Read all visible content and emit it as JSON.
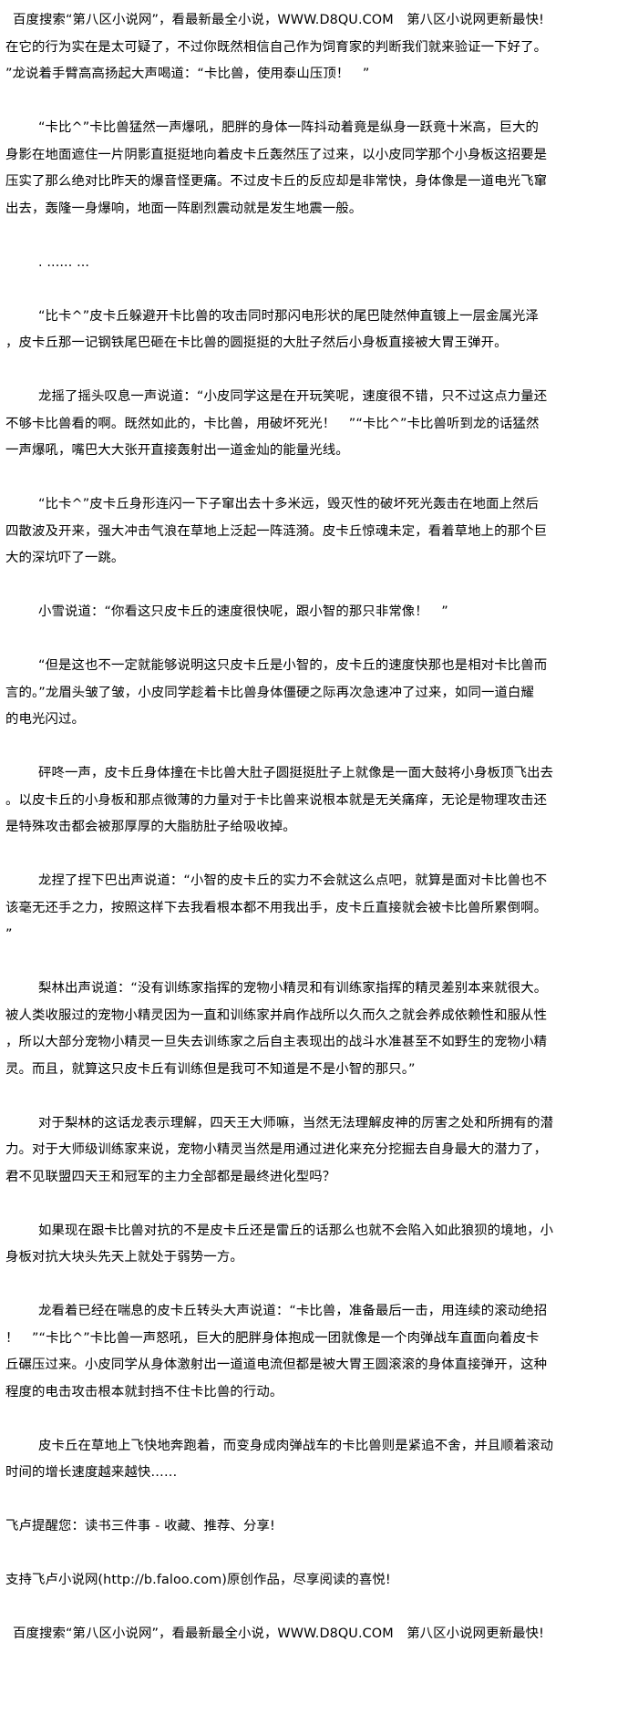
{
  "ad_top": "百度搜索“第八区小说网”，看最新最全小说，WWW.D8QU.COM　第八区小说网更新最快!",
  "ad_bottom": "百度搜索“第八区小说网”，看最新最全小说，WWW.D8QU.COM　第八区小说网更新最快!",
  "paragraphs": [
    {
      "lines": [
        "在它的行为实在是太可疑了，不过你既然相信自己作为饲育家的判断我们就来验证一下好了。",
        "”龙说着手臂高高扬起大声喝道：“卡比兽，使用泰山压顶！　”"
      ]
    },
    {
      "lines": [
        "“卡比^”卡比兽猛然一声爆吼，肥胖的身体一阵抖动着竟是纵身一跃竟十米高，巨大的",
        "身影在地面遮住一片阴影直挺挺地向着皮卡丘轰然压了过来，以小皮同学那个小身板这招要是",
        "压实了那么绝对比昨天的爆音怪更痛。不过皮卡丘的反应却是非常快，身体像是一道电光飞窜",
        "出去，轰隆一身爆响，地面一阵剧烈震动就是发生地震一般。"
      ]
    },
    {
      "lines": [
        ". ...... ..."
      ]
    },
    {
      "lines": [
        "“比卡^”皮卡丘躲避开卡比兽的攻击同时那闪电形状的尾巴陡然伸直镀上一层金属光泽",
        "，皮卡丘那一记钢铁尾巴砸在卡比兽的圆挺挺的大肚子然后小身板直接被大胃王弹开。"
      ]
    },
    {
      "lines": [
        "龙摇了摇头叹息一声说道：“小皮同学这是在开玩笑呢，速度很不错，只不过这点力量还",
        "不够卡比兽看的啊。既然如此的，卡比兽，用破坏死光！　”“卡比^”卡比兽听到龙的话猛然",
        "一声爆吼，嘴巴大大张开直接轰射出一道金灿的能量光线。"
      ]
    },
    {
      "lines": [
        "“比卡^”皮卡丘身形连闪一下子窜出去十多米远，毁灭性的破坏死光轰击在地面上然后",
        "四散波及开来，强大冲击气浪在草地上泛起一阵涟漪。皮卡丘惊魂未定，看着草地上的那个巨",
        "大的深坑吓了一跳。"
      ]
    },
    {
      "lines": [
        "小雪说道：“你看这只皮卡丘的速度很快呢，跟小智的那只非常像！　”"
      ]
    },
    {
      "lines": [
        "“但是这也不一定就能够说明这只皮卡丘是小智的，皮卡丘的速度快那也是相对卡比兽而",
        "言的。”龙眉头皱了皱，小皮同学趁着卡比兽身体僵硬之际再次急速冲了过来，如同一道白耀",
        "的电光闪过。"
      ]
    },
    {
      "lines": [
        "砰咚一声，皮卡丘身体撞在卡比兽大肚子圆挺挺肚子上就像是一面大鼓将小身板顶飞出去",
        "。以皮卡丘的小身板和那点微薄的力量对于卡比兽来说根本就是无关痛痒，无论是物理攻击还",
        "是特殊攻击都会被那厚厚的大脂肪肚子给吸收掉。"
      ]
    },
    {
      "lines": [
        "龙捏了捏下巴出声说道：“小智的皮卡丘的实力不会就这么点吧，就算是面对卡比兽也不",
        "该毫无还手之力，按照这样下去我看根本都不用我出手，皮卡丘直接就会被卡比兽所累倒啊。",
        "”"
      ]
    },
    {
      "lines": [
        "梨林出声说道：“没有训练家指挥的宠物小精灵和有训练家指挥的精灵差别本来就很大。",
        "被人类收服过的宠物小精灵因为一直和训练家并肩作战所以久而久之就会养成依赖性和服从性",
        "，所以大部分宠物小精灵一旦失去训练家之后自主表现出的战斗水准甚至不如野生的宠物小精",
        "灵。而且，就算这只皮卡丘有训练但是我可不知道是不是小智的那只。”"
      ]
    },
    {
      "lines": [
        "对于梨林的这话龙表示理解，四天王大师嘛，当然无法理解皮神的厉害之处和所拥有的潜",
        "力。对于大师级训练家来说，宠物小精灵当然是用通过进化来充分挖掘去自身最大的潜力了，",
        "君不见联盟四天王和冠军的主力全部都是最终进化型吗？"
      ]
    },
    {
      "lines": [
        "如果现在跟卡比兽对抗的不是皮卡丘还是雷丘的话那么也就不会陷入如此狼狈的境地，小",
        "身板对抗大块头先天上就处于弱势一方。"
      ]
    },
    {
      "lines": [
        "龙看着已经在喘息的皮卡丘转头大声说道：“卡比兽，准备最后一击，用连续的滚动绝招",
        "！　”“卡比^”卡比兽一声怒吼，巨大的肥胖身体抱成一团就像是一个肉弹战车直面向着皮卡",
        "丘碾压过来。小皮同学从身体激射出一道道电流但都是被大胃王圆滚滚的身体直接弹开，这种",
        "程度的电击攻击根本就封挡不住卡比兽的行动。"
      ]
    },
    {
      "lines": [
        "皮卡丘在草地上飞快地奔跑着，而变身成肉弹战车的卡比兽则是紧追不舍，并且顺着滚动",
        "时间的增长速度越来越快……"
      ]
    }
  ],
  "footer": {
    "reminder": "飞卢提醒您：读书三件事 - 收藏、推荐、分享!",
    "support": "支持飞卢小说网(http://b.faloo.com)原创作品，尽享阅读的喜悦!"
  }
}
